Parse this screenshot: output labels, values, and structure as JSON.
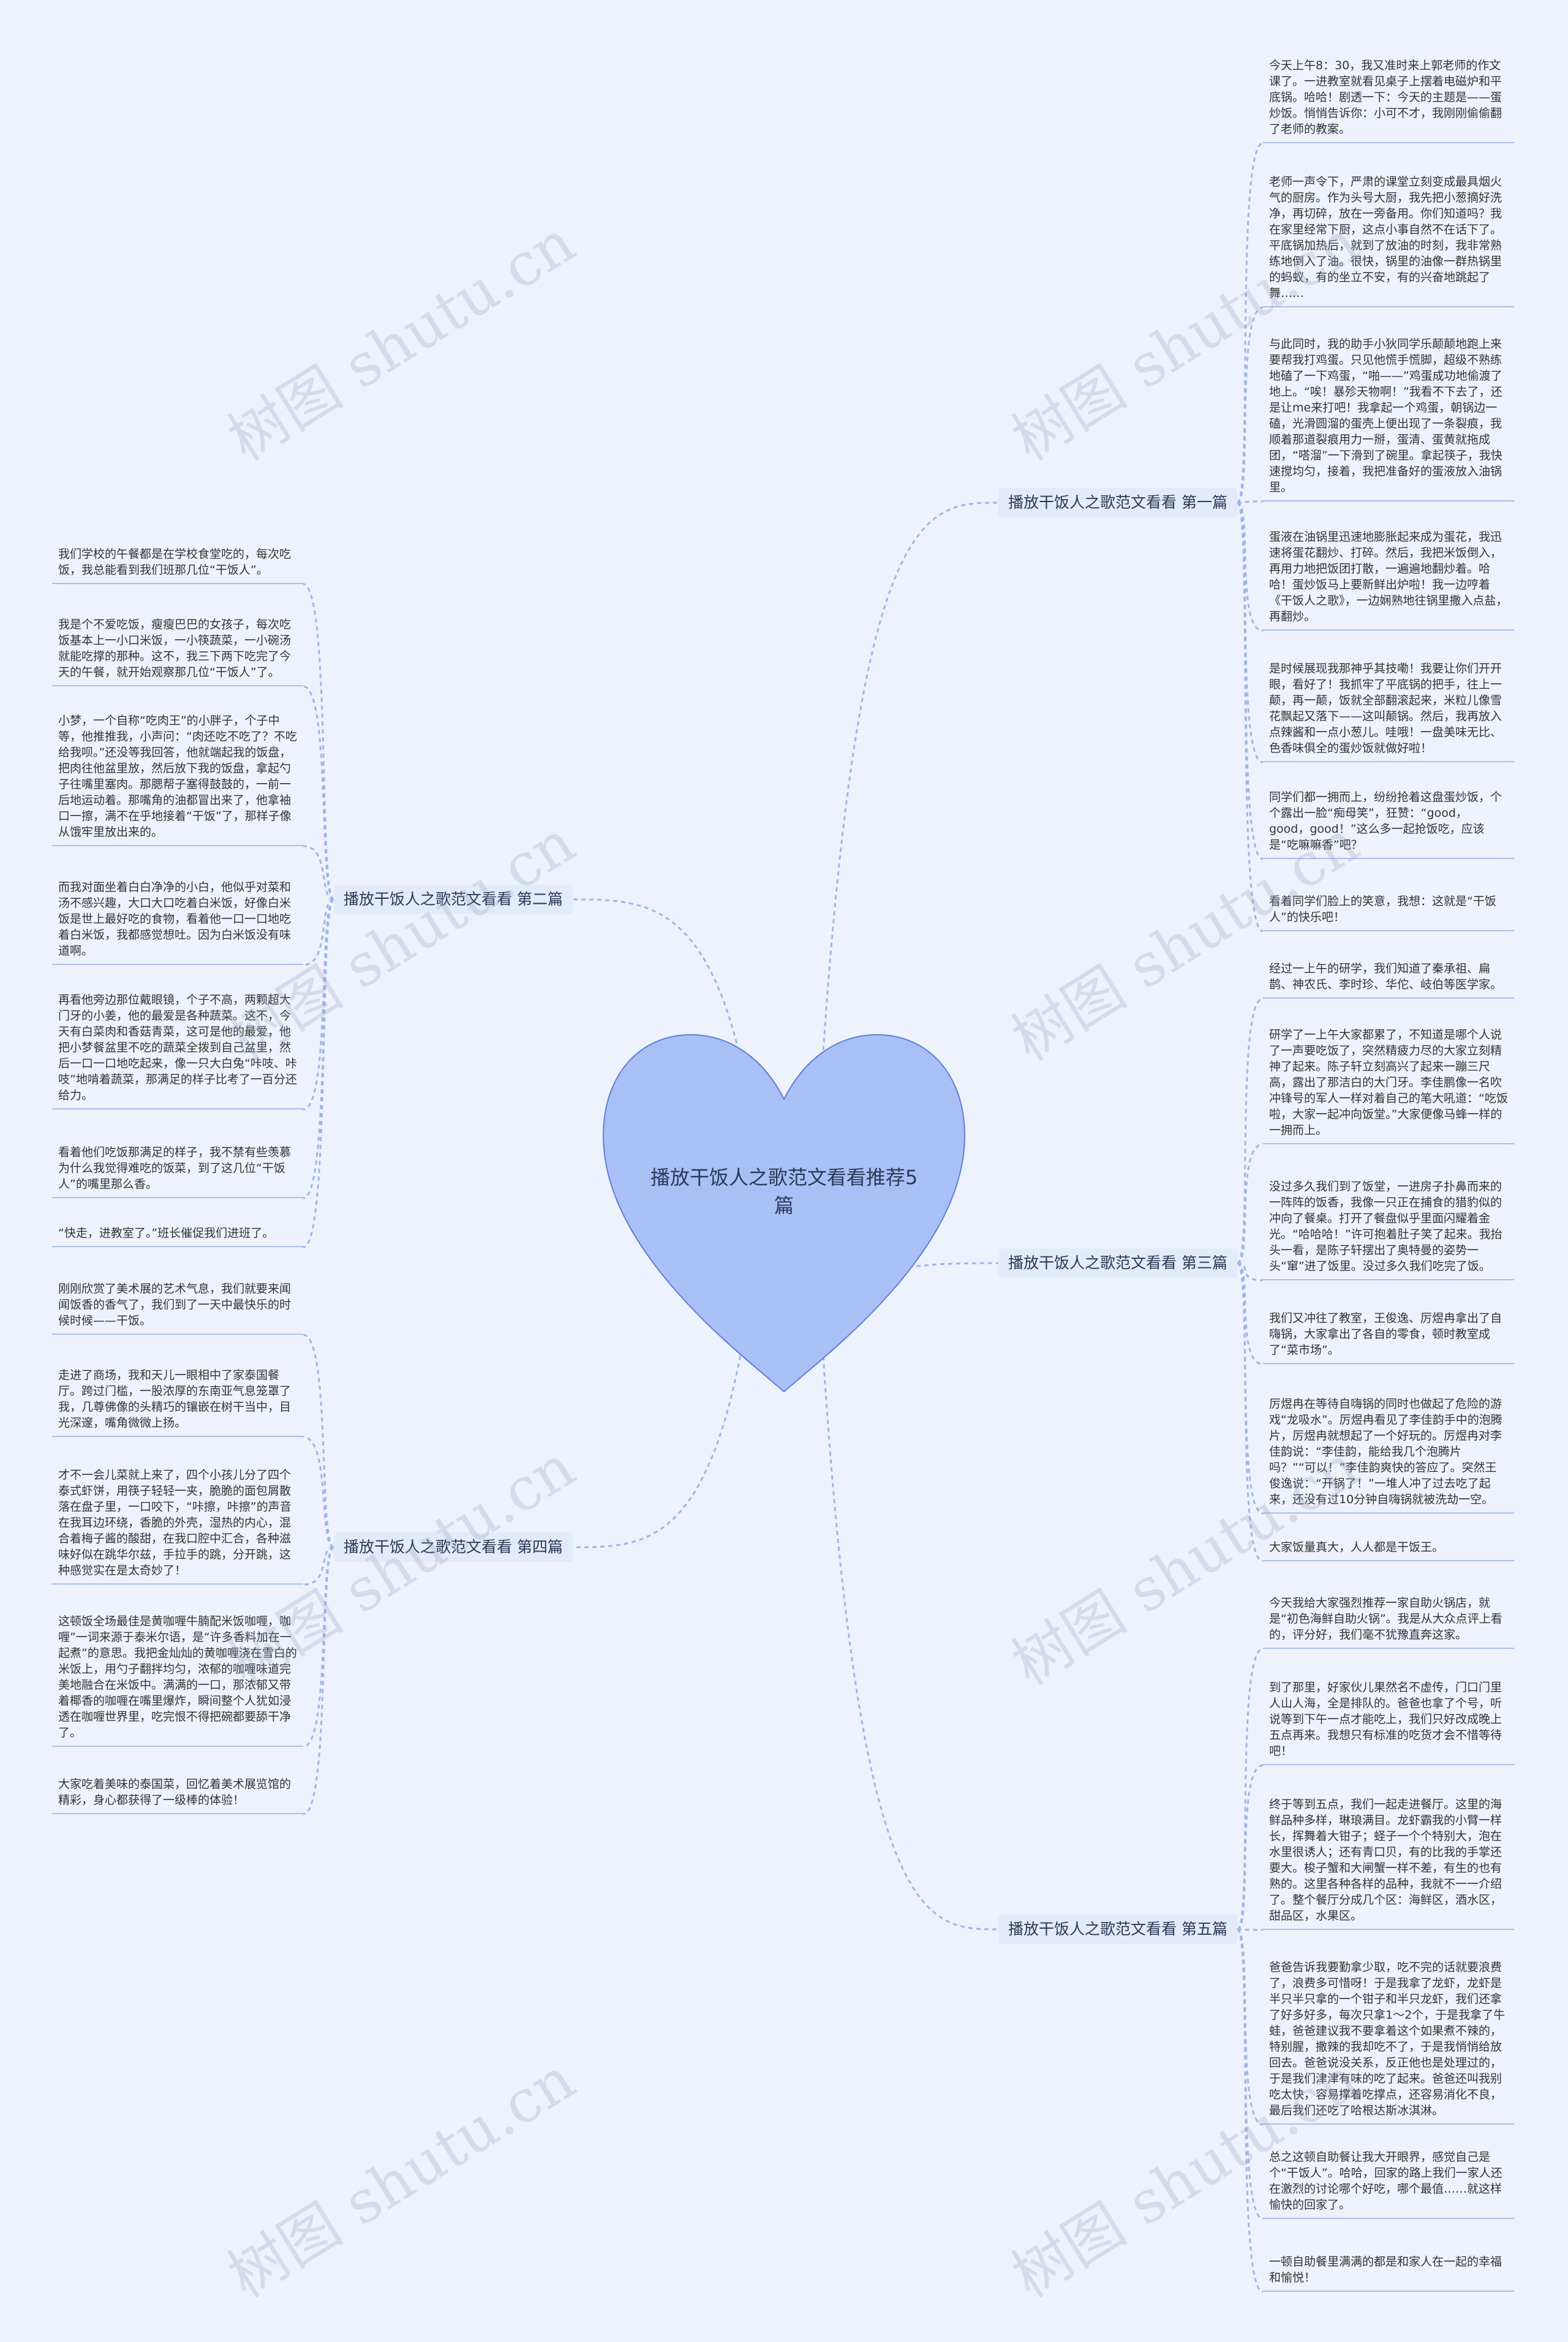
{
  "watermark": "树图 shutu.cn",
  "colors": {
    "background": "#eef2fc",
    "heart_fill": "#a9c0f7",
    "heart_stroke": "#5e7fd6",
    "branch_bg": "#e3eaf9",
    "link": "#9db6ea",
    "leaf_underline": "#a9c0ee"
  },
  "center": {
    "title": "播放干饭人之歌范文看看推荐5篇"
  },
  "branches": [
    {
      "label": "播放干饭人之歌范文看看 第一篇",
      "side": "right",
      "leaves": [
        "今天上午8：30，我又准时来上郭老师的作文课了。一进教室就看见桌子上摆着电磁炉和平底锅。哈哈！剧透一下：今天的主题是——蛋炒饭。悄悄告诉你：小可不才，我刚刚偷偷翻了老师的教案。",
        "老师一声令下，严肃的课堂立刻变成最具烟火气的厨房。作为头号大厨，我先把小葱摘好洗净，再切碎，放在一旁备用。你们知道吗？我在家里经常下厨，这点小事自然不在话下了。平底锅加热后，就到了放油的时刻，我非常熟练地倒入了油。很快，锅里的油像一群热锅里的蚂蚁，有的坐立不安，有的兴奋地跳起了舞……",
        "与此同时，我的助手小狄同学乐颠颠地跑上来要帮我打鸡蛋。只见他慌手慌脚，超级不熟练地磕了一下鸡蛋，“啪——”鸡蛋成功地偷渡了地上。“唉！暴殄天物啊！”我看不下去了，还是让me来打吧！我拿起一个鸡蛋，朝锅边一磕，光滑圆溜的蛋壳上便出现了一条裂痕，我顺着那道裂痕用力一掰，蛋清、蛋黄就拖成团，“嗒溜”一下滑到了碗里。拿起筷子，我快速搅均匀，接着，我把准备好的蛋液放入油锅里。",
        "蛋液在油锅里迅速地膨胀起来成为蛋花，我迅速将蛋花翻炒、打碎。然后，我把米饭倒入，再用力地把饭团打散，一遍遍地翻炒着。哈哈！蛋炒饭马上要新鲜出炉啦！我一边哼着《干饭人之歌》，一边娴熟地往锅里撒入点盐，再翻炒。",
        "是时候展现我那神乎其技嘞！我要让你们开开眼，看好了！我抓牢了平底锅的把手，往上一颠，再一颠，饭就全部翻滚起来，米粒儿像雪花飘起又落下——这叫颠锅。然后，我再放入点辣酱和一点小葱儿。哇哦！一盘美味无比、色香味俱全的蛋炒饭就做好啦！",
        "同学们都一拥而上，纷纷抢着这盘蛋炒饭，个个露出一脸“痴母笑”，狂赞：“good，good，good！”这么多一起抢饭吃，应该是“吃嘛嘛香”吧？",
        "看着同学们脸上的笑意，我想：这就是“干饭人”的快乐吧！"
      ]
    },
    {
      "label": "播放干饭人之歌范文看看 第二篇",
      "side": "left",
      "leaves": [
        "我们学校的午餐都是在学校食堂吃的，每次吃饭，我总能看到我们班那几位“干饭人”。",
        "我是个不爱吃饭，瘦瘦巴巴的女孩子，每次吃饭基本上一小口米饭，一小筷蔬菜，一小碗汤就能吃撑的那种。这不，我三下两下吃完了今天的午餐，就开始观察那几位“干饭人”了。",
        "小梦，一个自称“吃肉王”的小胖子，个子中等，他推推我，小声问：“肉还吃不吃了？不吃给我呗。”还没等我回答，他就端起我的饭盘，把肉往他盆里放，然后放下我的饭盘，拿起勺子往嘴里塞肉。那腮帮子塞得鼓鼓的，一前一后地运动着。那嘴角的油都冒出来了，他拿袖口一擦，满不在乎地接着“干饭”了，那样子像从饿牢里放出来的。",
        "而我对面坐着白白净净的小白，他似乎对菜和汤不感兴趣，大口大口吃着白米饭，好像白米饭是世上最好吃的食物，看着他一口一口地吃着白米饭，我都感觉想吐。因为白米饭没有味道啊。",
        "再看他旁边那位戴眼镜，个子不高，两颗超大门牙的小姜，他的最爱是各种蔬菜。这不，今天有白菜肉和香菇青菜，这可是他的最爱，他把小梦餐盆里不吃的蔬菜全拨到自己盆里，然后一口一口地吃起来，像一只大白兔“咔吱、咔吱”地啃着蔬菜，那满足的样子比考了一百分还给力。",
        "看着他们吃饭那满足的样子，我不禁有些羡慕为什么我觉得难吃的饭菜，到了这几位“干饭人”的嘴里那么香。",
        "“快走，进教室了。”班长催促我们进班了。"
      ]
    },
    {
      "label": "播放干饭人之歌范文看看 第三篇",
      "side": "right",
      "leaves": [
        "经过一上午的研学，我们知道了秦承祖、扁鹊、神农氏、李时珍、华佗、岐伯等医学家。",
        "研学了一上午大家都累了，不知道是哪个人说了一声要吃饭了，突然精疲力尽的大家立刻精神了起来。陈子轩立刻高兴了起来一蹦三尺高，露出了那洁白的大门牙。李佳鹏像一名吹冲锋号的军人一样对着自己的笔大吼道：“吃饭啦，大家一起冲向饭堂。”大家便像马蜂一样的一拥而上。",
        "没过多久我们到了饭堂，一进房子扑鼻而来的一阵阵的饭香，我像一只正在捕食的猎豹似的冲向了餐桌。打开了餐盘似乎里面闪耀着金光。“哈哈哈！”许可抱着肚子笑了起来。我抬头一看，是陈子轩摆出了奥特曼的姿势一头“窜”进了饭里。没过多久我们吃完了饭。",
        "我们又冲往了教室，王俊逸、厉煜冉拿出了自嗨锅，大家拿出了各自的零食，顿时教室成了“菜市场”。",
        "厉煜冉在等待自嗨锅的同时也做起了危险的游戏“龙吸水”。厉煜冉看见了李佳韵手中的泡腾片，厉煜冉就想起了一个好玩的。厉煜冉对李佳韵说：“李佳韵，能给我几个泡腾片吗？”“可以！”李佳韵爽快的答应了。突然王俊逸说：“开锅了！”一堆人冲了过去吃了起来，还没有过10分钟自嗨锅就被洗劫一空。",
        "大家饭量真大，人人都是干饭王。"
      ]
    },
    {
      "label": "播放干饭人之歌范文看看 第四篇",
      "side": "left",
      "leaves": [
        "刚刚欣赏了美术展的艺术气息，我们就要来闻闻饭香的香气了，我们到了一天中最快乐的时候时候——干饭。",
        "走进了商场，我和天儿一眼相中了家泰国餐厅。跨过门槛，一股浓厚的东南亚气息笼罩了我，几尊佛像的头精巧的镶嵌在树干当中，目光深邃，嘴角微微上扬。",
        "才不一会儿菜就上来了，四个小孩儿分了四个泰式虾饼，用筷子轻轻一夹，脆脆的面包屑散落在盘子里，一口咬下，“咔擦，咔擦”的声音在我耳边环绕，香脆的外壳，湿热的内心，混合着梅子酱的酸甜，在我口腔中汇合，各种滋味好似在跳华尔兹，手拉手的跳，分开跳，这种感觉实在是太奇妙了！",
        "这顿饭全场最佳是黄咖喱牛腩配米饭咖喱，咖喱”一词来源于泰米尔语，是“许多香料加在一起煮”的意思。我把金灿灿的黄咖喱浇在雪白的米饭上，用勺子翻拌均匀，浓郁的咖喱味道完美地融合在米饭中。满满的一口，那浓郁又带着椰香的咖喱在嘴里爆炸，瞬间整个人犹如浸透在咖喱世界里，吃完恨不得把碗都要舔干净了。",
        "大家吃着美味的泰国菜，回忆着美术展览馆的精彩，身心都获得了一级棒的体验！"
      ]
    },
    {
      "label": "播放干饭人之歌范文看看 第五篇",
      "side": "right",
      "leaves": [
        "今天我给大家强烈推荐一家自助火锅店，就是“初色海鲜自助火锅”。我是从大众点评上看的，评分好，我们毫不犹豫直奔这家。",
        "到了那里，好家伙儿果然名不虚传，门口门里人山人海，全是排队的。爸爸也拿了个号，听说等到下午一点才能吃上，我们只好改成晚上五点再来。我想只有标准的吃货才会不惜等待吧！",
        "终于等到五点，我们一起走进餐厅。这里的海鲜品种多样，琳琅满目。龙虾霸我的小臂一样长，挥舞着大钳子；蛏子一个个特别大，泡在水里很诱人；还有青口贝，有的比我的手掌还要大。梭子蟹和大闸蟹一样不差，有生的也有熟的。这里各种各样的品种，我就不一一介绍了。整个餐厅分成几个区：海鲜区，酒水区，甜品区，水果区。",
        "爸爸告诉我要勤拿少取，吃不完的话就要浪费了，浪费多可惜呀！于是我拿了龙虾，龙虾是半只半只拿的一个钳子和半只龙虾，我们还拿了好多好多，每次只拿1～2个，于是我拿了牛蛙，爸爸建议我不要拿着这个如果煮不辣的，特别腥，撒辣的我却吃不了，于是我悄悄给放回去。爸爸说没关系，反正他也是处理过的，于是我们津津有味的吃了起来。爸爸还叫我别吃太快，容易撑着吃撑点，还容易消化不良，最后我们还吃了哈根达斯冰淇淋。",
        "总之这顿自助餐让我大开眼界，感觉自己是个“干饭人”。哈哈，回家的路上我们一家人还在激烈的讨论哪个好吃，哪个最值……就这样愉快的回家了。",
        "一顿自助餐里满满的都是和家人在一起的幸福和愉悦！"
      ]
    }
  ]
}
